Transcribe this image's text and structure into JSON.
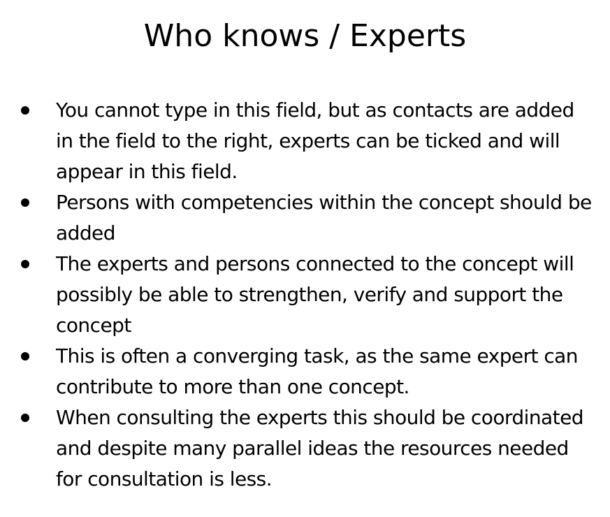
{
  "slide": {
    "title": "Who knows / Experts",
    "bullets": [
      {
        "text": "You cannot type in this field, but as contacts are added in the field to the right, experts can be ticked and will appear in this field."
      },
      {
        "text": "Persons with competencies within the concept should be added"
      },
      {
        "text": "The experts and persons connected to the concept will possibly be able to strengthen, verify and support the concept"
      },
      {
        "text": "This is often a converging task, as the same expert can contribute to more than one concept."
      },
      {
        "text": "When consulting the experts this should be coordinated and despite many parallel ideas  the resources needed for consultation is less."
      }
    ]
  }
}
